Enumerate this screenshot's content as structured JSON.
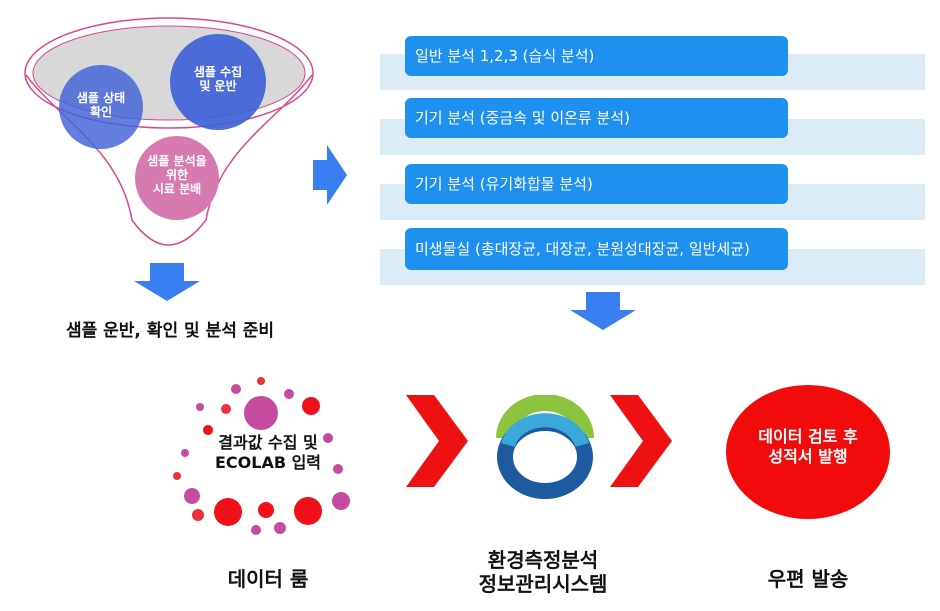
{
  "funnel": {
    "circle1": "샘플 상태\n확인",
    "circle2": "샘플 수집\n및 운반",
    "circle3": "샘플 분석을\n위한\n시료 분배"
  },
  "funnel_caption": "샘플 운반, 확인 및 분석 준비",
  "steps": [
    "일반 분석 1,2,3 (습식 분석)",
    "기기 분석 (중금속 및 이온류 분석)",
    "기기 분석 (유기화합물 분석)",
    "미생물실 (총대장균, 대장균, 분원성대장균, 일반세균)"
  ],
  "data_room": {
    "label": "결과값 수집 및\nECOLAB 입력",
    "caption": "데이터 룸"
  },
  "system": {
    "caption": "환경측정분석\n정보관리시스템"
  },
  "report": {
    "label": "데이터 검토 후\n성적서 발행",
    "caption": "우편 발송"
  },
  "colors": {
    "funnel_outline": "#d9488f",
    "circle_blue": "#3f63d8",
    "circle_pink": "#d67ab0",
    "arrow_blue": "#3a7ff2",
    "step_bar": "#1e90f0",
    "step_band": "#dcecf6",
    "chevron_red": "#ee1111",
    "report_red": "#f20b0b"
  }
}
